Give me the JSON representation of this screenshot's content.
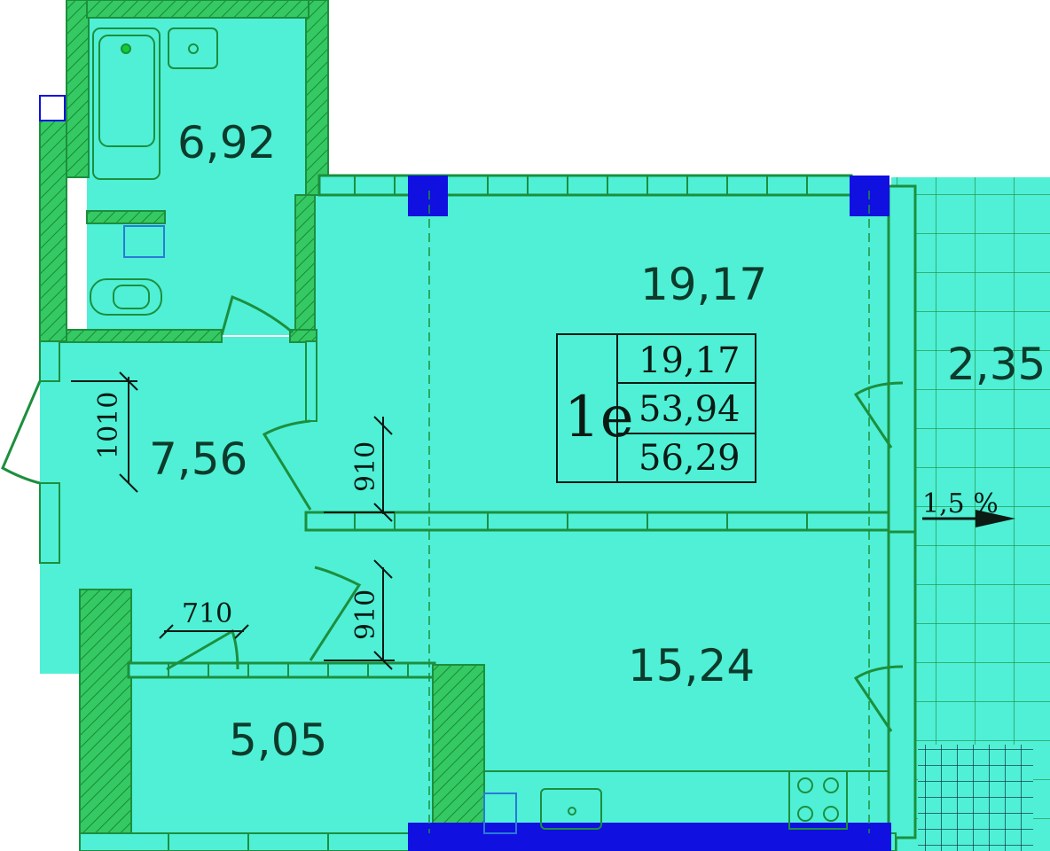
{
  "colors": {
    "floor": "#4ff0d6",
    "wall": "#2ec15a",
    "wall_dark": "#1c8f3d",
    "glass": "#1010e0",
    "line": "#0b1a13"
  },
  "rooms": {
    "bathroom_area": "6,92",
    "living_room_area": "19,17",
    "hall_area": "7,56",
    "storage_area": "5,05",
    "kitchen_area": "15,24",
    "balcony_area": "2,35"
  },
  "apartment": {
    "code": "1e",
    "living_area": "19,17",
    "total_area": "53,94",
    "total_with_balcony": "56,29"
  },
  "dimensions": {
    "hall_width": "1010",
    "door_living": "910",
    "door_kitchen": "910",
    "door_storage": "710"
  },
  "balcony_slope": "1,5 %"
}
